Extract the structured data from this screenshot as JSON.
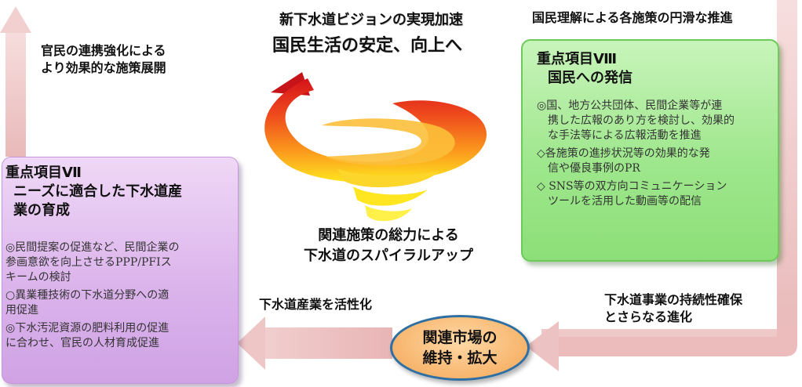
{
  "header": {
    "vision_line": "新下水道ビジョンの実現加速",
    "headline": "国民生活の安定、向上へ"
  },
  "labels": {
    "public_private": [
      "官民の連携強化による",
      "より効果的な施策展開"
    ],
    "understanding": "国民理解による各施策の円滑な推進",
    "sustainability": [
      "下水道事業の持続性確保",
      "とさらなる進化"
    ],
    "activate_industry": "下水道産業を活性化",
    "spiral_caption": [
      "関連施策の総力による",
      "下水道のスパイラルアップ"
    ]
  },
  "item7": {
    "title_line1": "重点項目Ⅶ",
    "title_line2": "ニーズに適合した下水道産",
    "title_line3": "業の育成",
    "points": [
      [
        "◎民間提案の促進など、民間企業の",
        "参画意欲を向上させるPPP/PFIス",
        "キームの検討"
      ],
      [
        "○異業種技術の下水道分野への適",
        "用促進"
      ],
      [
        "◎下水汚泥資源の肥料利用の促進",
        "に合わせ、官民の人材育成促進"
      ]
    ]
  },
  "item8": {
    "title_line1": "重点項目Ⅷ",
    "title_line2": "国民への発信",
    "points": [
      [
        "◎国、地方公共団体、民間企業等が連",
        "携した広報のあり方を検討し、効果的",
        "な手法等による広報活動を推進"
      ],
      [
        "◇各施策の進捗状況等の効果的な発",
        "信や優良事例のPR"
      ],
      [
        "◇ SNS等の双方向コミュニケーション",
        "ツールを活用した動画等の配信"
      ]
    ]
  },
  "market": {
    "line1": "関連市場の",
    "line2": "維持・拡大"
  },
  "colors": {
    "arrow_fill": "#efc8c8",
    "purple_box": "#dcb5ec",
    "green_box": "#9fe78d",
    "oval_border": "#2d6fa3",
    "oval_fill": "#f7b56d",
    "spiral_top": "#e31c1c",
    "spiral_bottom": "#ffe21a"
  }
}
